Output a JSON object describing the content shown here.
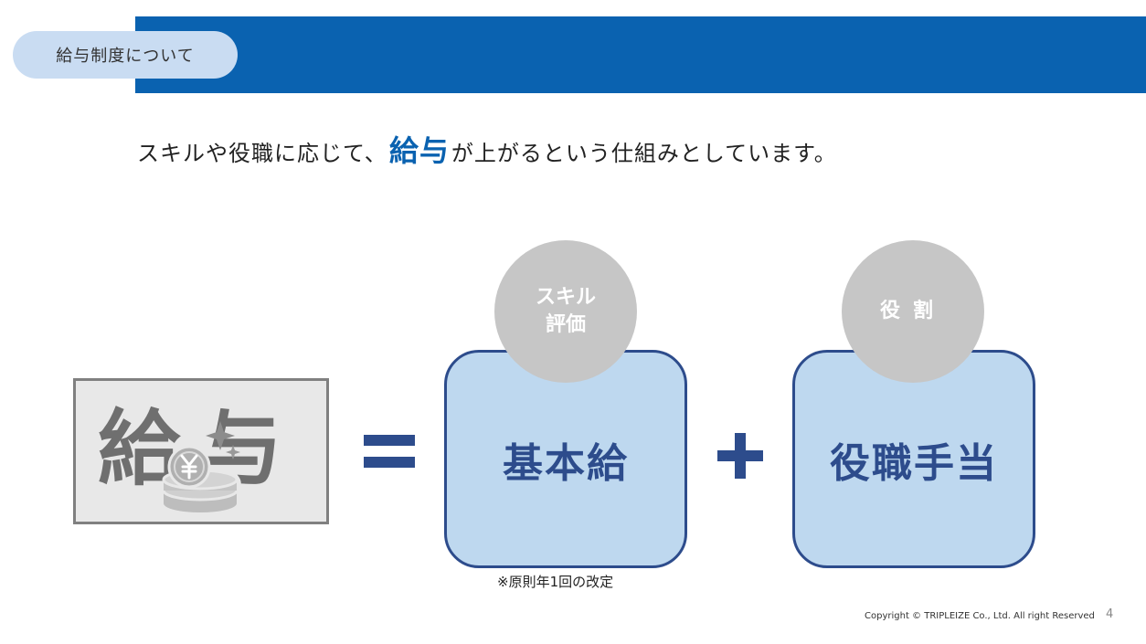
{
  "header": {
    "section_label": "給与制度について",
    "bar_color": "#0a62b0",
    "pill_color": "#c9dcf2"
  },
  "headline": {
    "before": "スキルや役職に応じて、",
    "highlight": "給与",
    "after": "が上がるという仕組みとしています。"
  },
  "formula": {
    "salary_label": "給与",
    "salary_icon": "yen-coin-icon",
    "equals_icon": "equals-icon",
    "plus_icon": "plus-icon",
    "base_pay": {
      "badge_line1": "スキル",
      "badge_line2": "評価",
      "label": "基本給",
      "note": "※原則年1回の改定"
    },
    "allowance": {
      "badge": "役割",
      "label": "役職手当"
    },
    "card_color": "#bed8ef",
    "card_border_color": "#2d4c8c"
  },
  "footer": {
    "copyright": "Copyright © TRIPLEIZE Co., Ltd.  All right Reserved",
    "page_number": "4"
  }
}
